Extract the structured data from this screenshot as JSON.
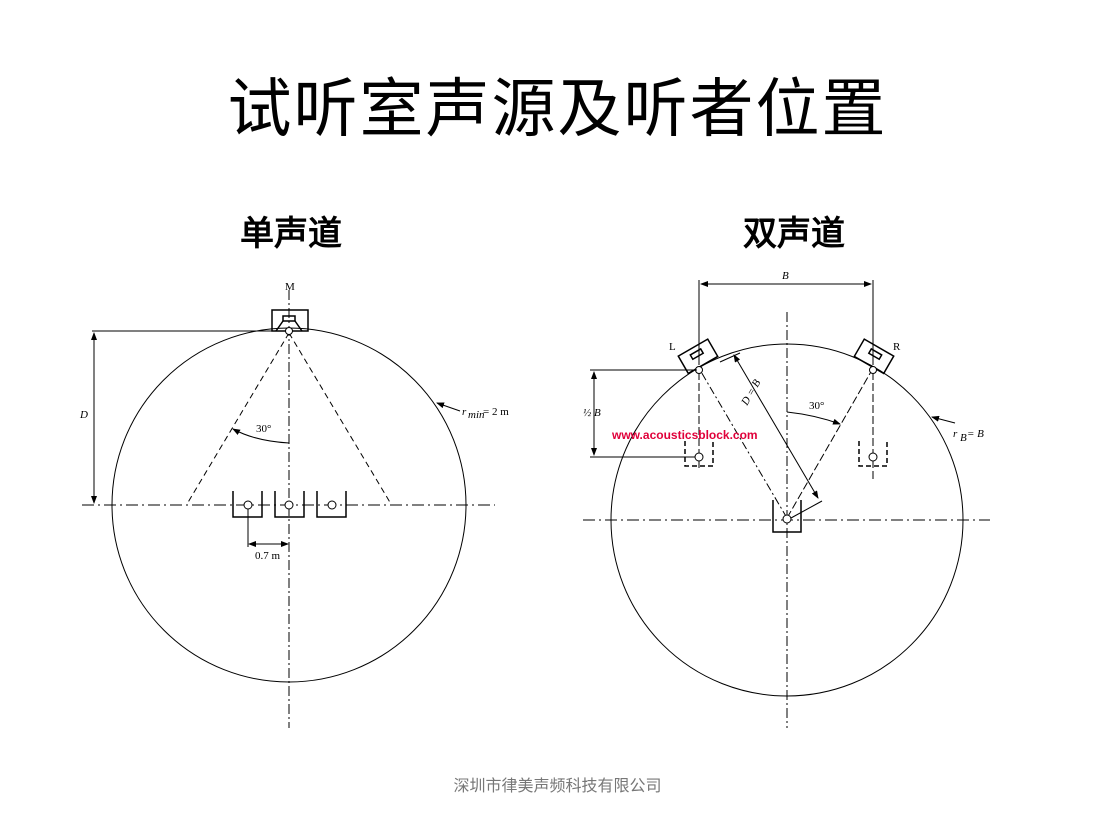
{
  "title": "试听室声源及听者位置",
  "mono": {
    "heading": "单声道",
    "speaker_label": "M",
    "distance_label": "D",
    "angle_label": "30°",
    "radius_label_r": "r",
    "radius_label_sub": "min",
    "radius_label_val": "= 2 m",
    "spacing_label": "0.7 m"
  },
  "stereo": {
    "heading": "双声道",
    "base_label": "B",
    "left_label": "L",
    "right_label": "R",
    "half_base_label": "½ B",
    "distance_label": "D = B",
    "angle_label": "30°",
    "radius_label_r": "r",
    "radius_label_sub": "B",
    "radius_label_val": "= B",
    "watermark": "www.acousticsblock.com"
  },
  "footer": "深圳市律美声频科技有限公司"
}
